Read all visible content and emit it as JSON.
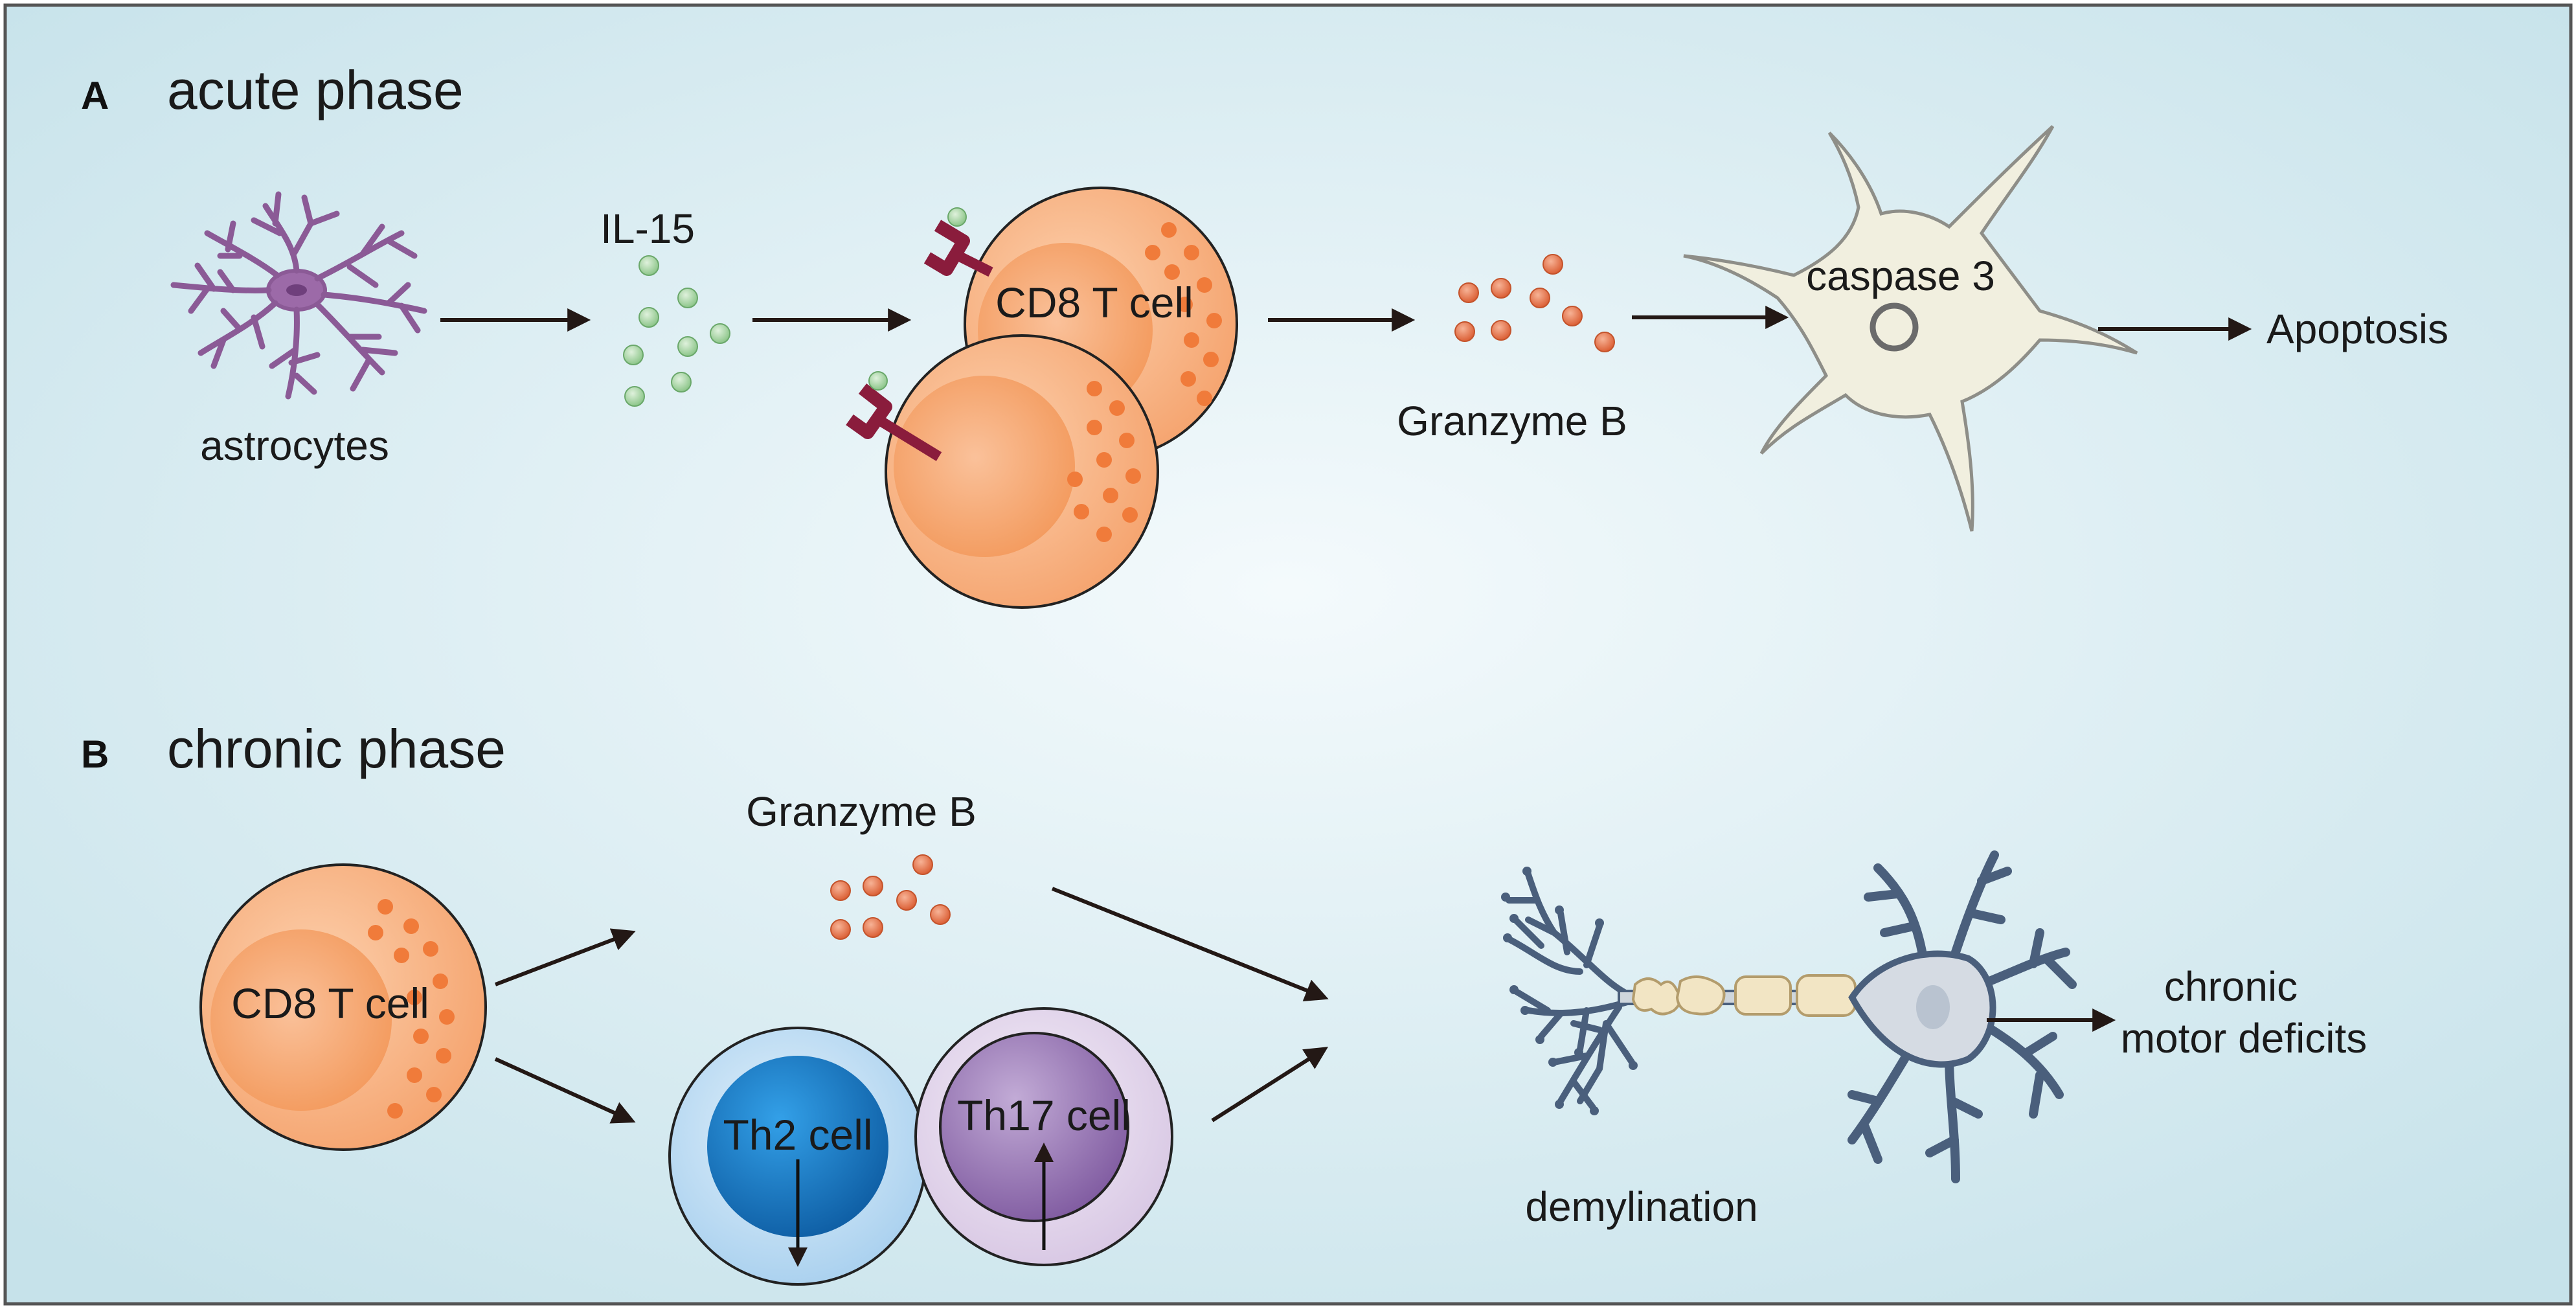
{
  "panel_a": {
    "letter": "A",
    "title": "acute phase",
    "astrocytes_label": "astrocytes",
    "il15_label": "IL-15",
    "cd8_label": "CD8 T cell",
    "granzyme_label": "Granzyme B",
    "caspase_label": "caspase 3",
    "apoptosis_label": "Apoptosis"
  },
  "panel_b": {
    "letter": "B",
    "title": "chronic phase",
    "cd8_label": "CD8 T cell",
    "granzyme_label": "Granzyme B",
    "th2_label": "Th2 cell",
    "th17_label": "Th17 cell",
    "demyelination_label": "demylination",
    "outcome_line1": "chronic",
    "outcome_line2": "motor deficits"
  },
  "colors": {
    "background_center": "#f4fafc",
    "background_edge": "#c6e2ea",
    "border": "#555555",
    "arrow": "#231815",
    "astrocyte": "#8b5a96",
    "il15_dot": "#a9d8a6",
    "granzyme_dot": "#e8764f",
    "cd8_outer": "#f7b07e",
    "cd8_inner": "#f49a61",
    "receptor": "#8a1c3c",
    "neuron_fill": "#f1efdf",
    "neuron_stroke": "#8e8e88",
    "th2_outer": "#bcdcf3",
    "th2_inner": "#1a7fcc",
    "th17_outer": "#e5d9ee",
    "th17_inner": "#9c7db5",
    "myelin": "#f2e5c4",
    "neuron_b": "#4a5f7c"
  }
}
